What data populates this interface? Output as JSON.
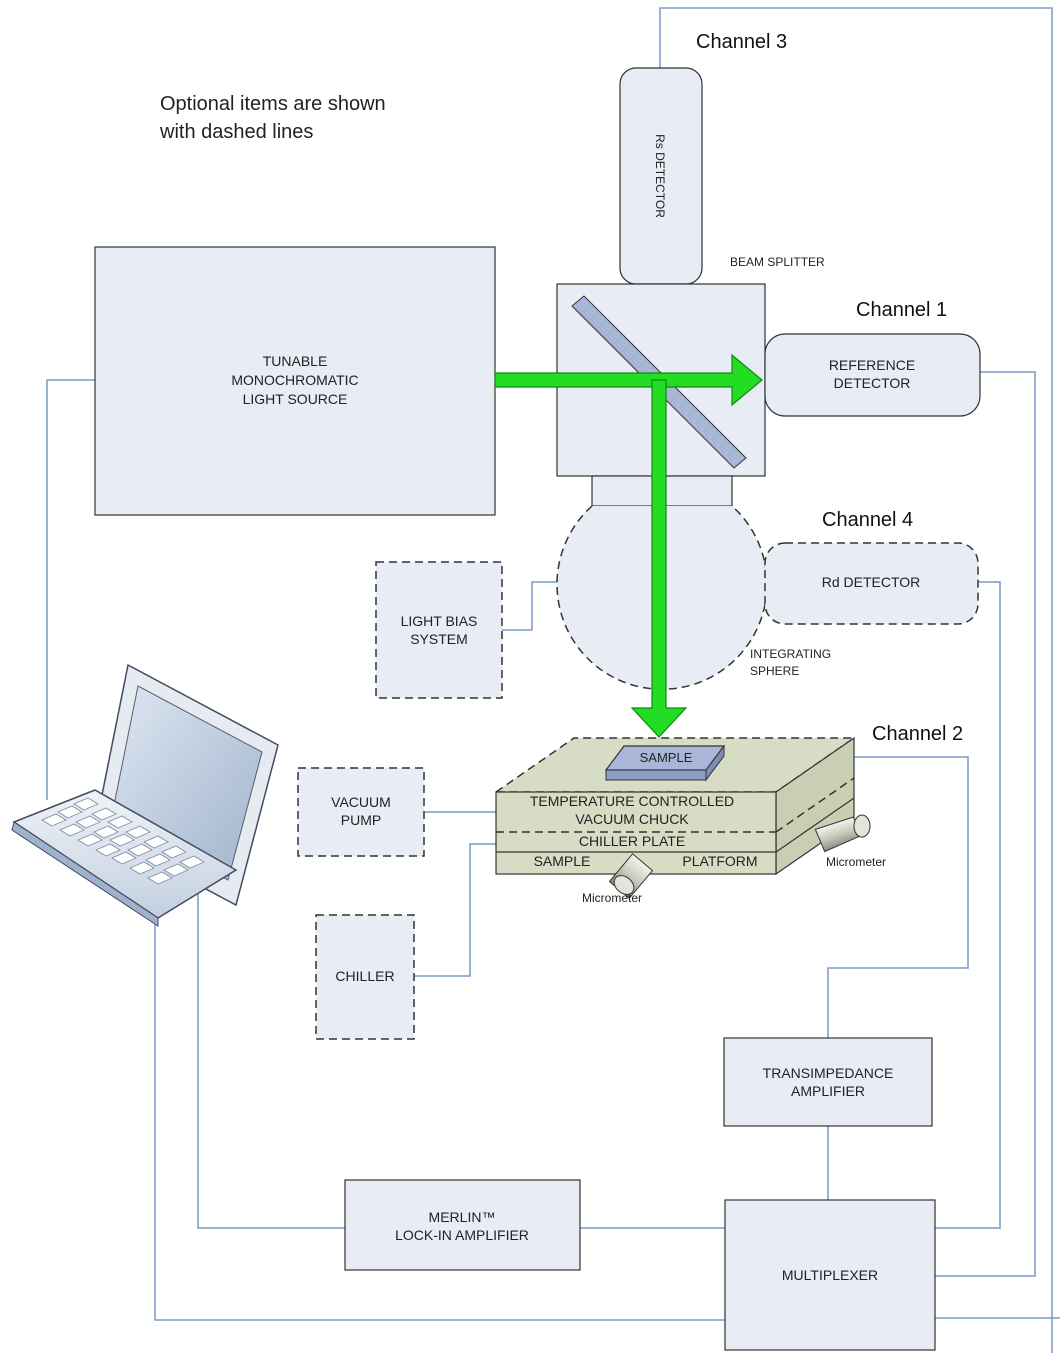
{
  "note": {
    "line1": "Optional items are shown",
    "line2": "with dashed lines"
  },
  "channels": {
    "ch1": "Channel 1",
    "ch2": "Channel 2",
    "ch3": "Channel 3",
    "ch4": "Channel 4"
  },
  "light_source": {
    "line1": "TUNABLE",
    "line2": "MONOCHROMATIC",
    "line3": "LIGHT SOURCE"
  },
  "rs_detector": "Rs DETECTOR",
  "beam_splitter": "BEAM SPLITTER",
  "reference_detector": {
    "line1": "REFERENCE",
    "line2": "DETECTOR"
  },
  "rd_detector": "Rd DETECTOR",
  "integrating_sphere": {
    "line1": "INTEGRATING",
    "line2": "SPHERE"
  },
  "light_bias": {
    "line1": "LIGHT BIAS",
    "line2": "SYSTEM"
  },
  "vacuum_pump": {
    "line1": "VACUUM",
    "line2": "PUMP"
  },
  "chiller": "CHILLER",
  "stage": {
    "sample": "SAMPLE",
    "temp_line1": "TEMPERATURE CONTROLLED",
    "temp_line2": "VACUUM CHUCK",
    "chiller_plate": "CHILLER PLATE",
    "platform_left": "SAMPLE",
    "platform_right": "PLATFORM",
    "micrometer_right": "Micrometer",
    "micrometer_front": "Micrometer"
  },
  "transimpedance": {
    "line1": "TRANSIMPEDANCE",
    "line2": "AMPLIFIER"
  },
  "merlin": {
    "line1": "MERLIN™",
    "line2": "LOCK-IN AMPLIFIER"
  },
  "multiplexer": "MULTIPLEXER",
  "colors": {
    "box_fill": "#e8ecf5",
    "box_stroke": "#333333",
    "wire": "#7a99c8",
    "beam": "#22dd22",
    "beam_stroke": "#118811",
    "stage_fill": "#d7dcc4"
  }
}
